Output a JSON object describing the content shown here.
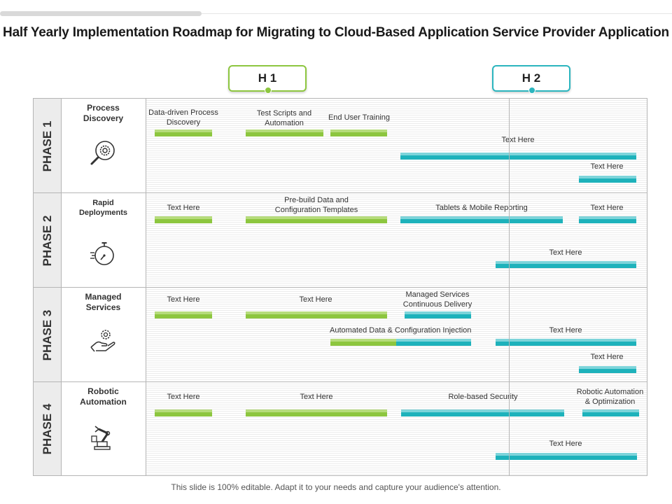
{
  "title": "Half Yearly Implementation Roadmap for Migrating to Cloud-Based Application Service Provider Application",
  "halves": [
    "H 1",
    "H 2"
  ],
  "colors": {
    "h1": "#8dc63f",
    "h2": "#2bb5be",
    "grid": "#b5b5b5"
  },
  "phases": [
    {
      "phase": "PHASE 1",
      "name": "Process Discovery",
      "icon": "search-gear-icon",
      "labels": [
        "Data-driven Process Discovery",
        "Test Scripts and Automation",
        "End User Training",
        "Text Here",
        "Text Here"
      ]
    },
    {
      "phase": "PHASE 2",
      "name": "Rapid Deployments",
      "icon": "stopwatch-icon",
      "labels": [
        "Text Here",
        "Pre-build Data and Configuration Templates",
        "Tablets & Mobile Reporting",
        "Text Here",
        "Text Here"
      ]
    },
    {
      "phase": "PHASE 3",
      "name": "Managed Services",
      "icon": "hand-gear-icon",
      "labels": [
        "Text Here",
        "Text Here",
        "Managed Services Continuous Delivery",
        "Automated Data & Configuration Injection",
        "Text Here",
        "Text Here"
      ]
    },
    {
      "phase": "PHASE 4",
      "name": "Robotic Automation",
      "icon": "robot-arm-icon",
      "labels": [
        "Text Here",
        "Text Here",
        "Role-based Security",
        "Robotic Automation & Optimization",
        "Text Here"
      ]
    }
  ],
  "footer": "This slide is 100% editable. Adapt it to your needs and capture your audience's attention."
}
